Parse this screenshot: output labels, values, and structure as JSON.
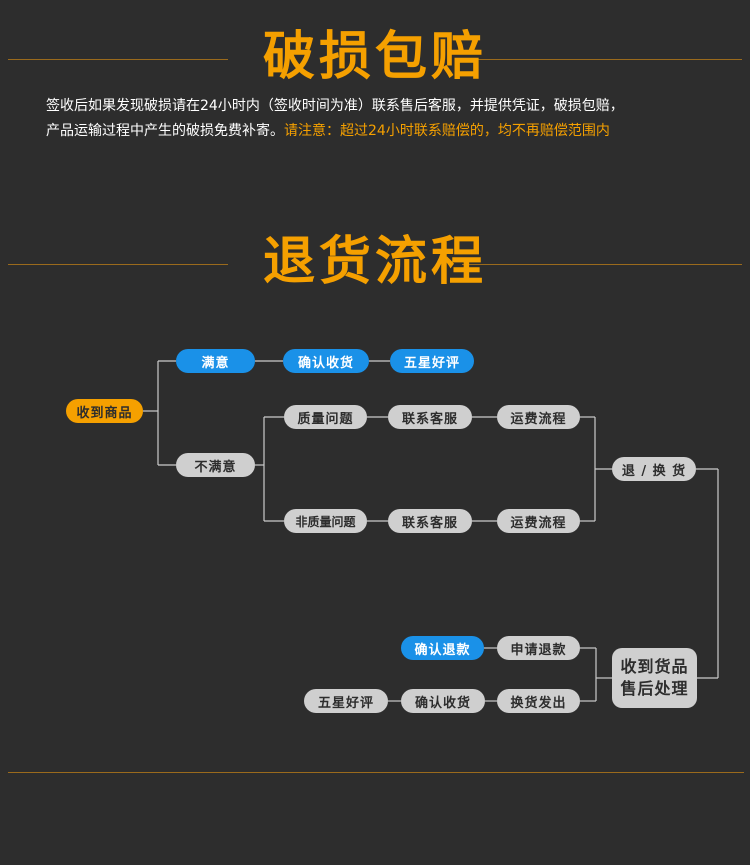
{
  "section1": {
    "title": "破损包赔",
    "line1": "签收后如果发现破损请在24小时内（签收时间为准）联系售后客服，并提供凭证，破损包赔，",
    "line2_white": "产品运输过程中产生的破损免费补寄。",
    "line2_orange": "请注意：超过24小时联系赔偿的，均不再赔偿范围内"
  },
  "section2": {
    "title": "退货流程"
  },
  "flow": {
    "received": "收到商品",
    "satisfied": "满意",
    "confirm_receipt_top": "确认收货",
    "five_star_top": "五星好评",
    "unsatisfied": "不满意",
    "quality_issue": "质量问题",
    "non_quality_issue": "非质量问题",
    "contact_service_1": "联系客服",
    "contact_service_2": "联系客服",
    "shipping_process_1": "运费流程",
    "shipping_process_2": "运费流程",
    "return_exchange": "退 / 换 货",
    "after_sale_line1": "收到货品",
    "after_sale_line2": "售后处理",
    "apply_refund": "申请退款",
    "confirm_refund": "确认退款",
    "exchange_ship": "换货发出",
    "confirm_receipt_bottom": "确认收货",
    "five_star_bottom": "五星好评"
  },
  "colors": {
    "background": "#2d2d2d",
    "accent_orange": "#f5a000",
    "blue": "#1a91e8",
    "gray_pill": "#cfcfcf",
    "line": "#cccccc"
  }
}
